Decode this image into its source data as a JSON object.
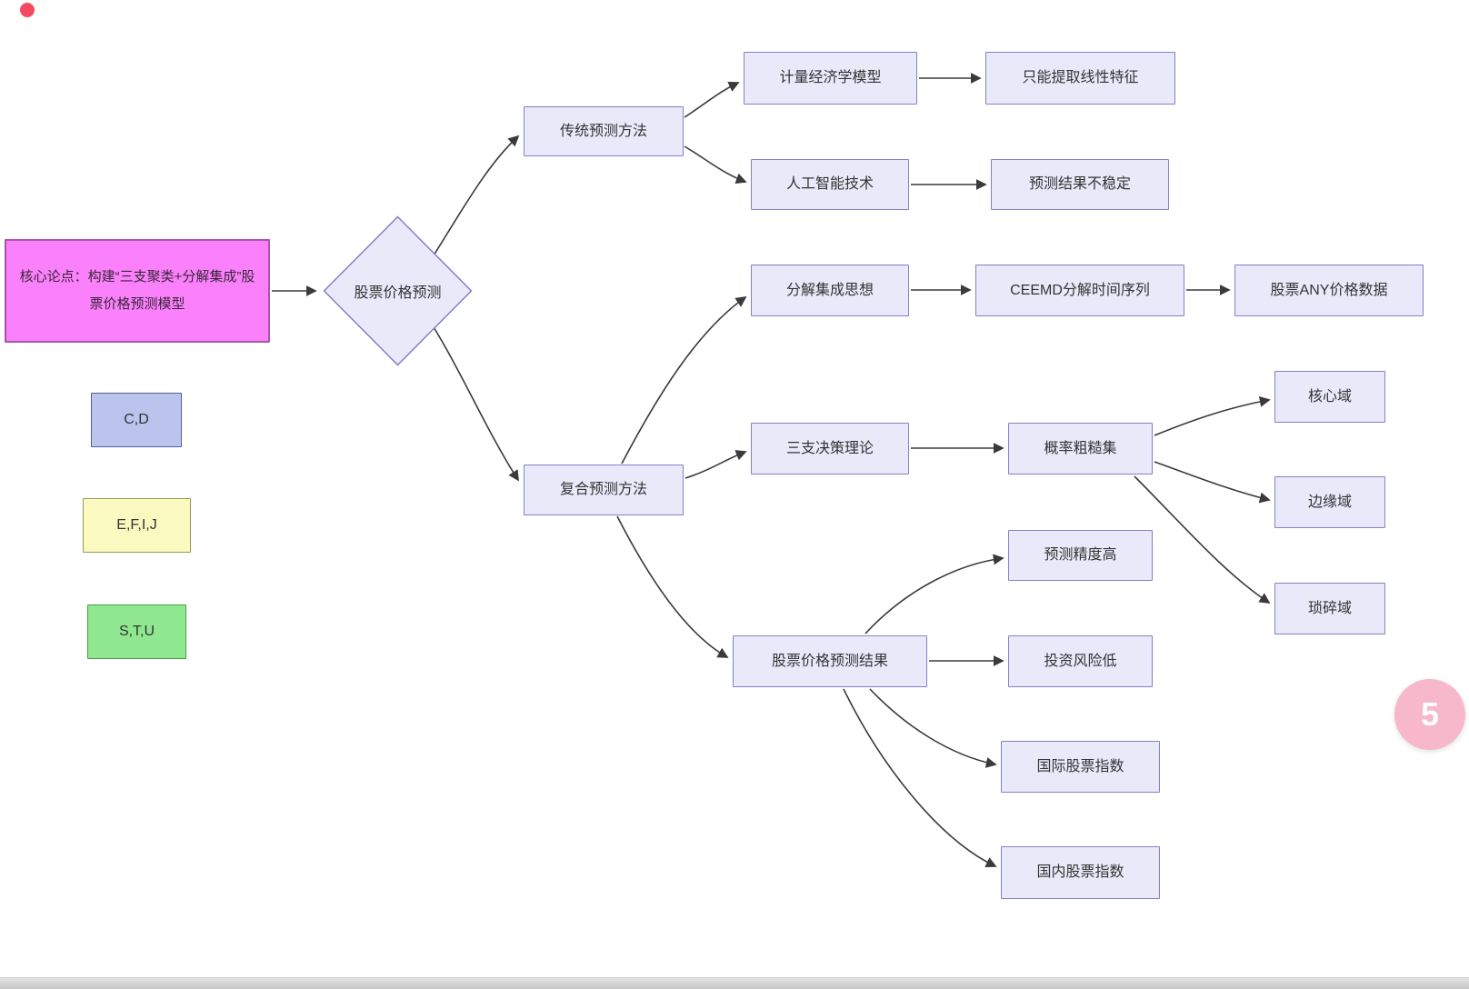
{
  "colors": {
    "node_fill": "#e9e9f9",
    "node_border": "#8282c8",
    "root_fill": "#fb80fb",
    "root_border": "#a855a8",
    "legend_cd_fill": "#bac4ec",
    "legend_efij_fill": "#fafac0",
    "legend_stu_fill": "#8fe88f",
    "edge_color": "#3a3a3a",
    "badge_fill": "#f6b8ca",
    "corner_dot_fill": "#f24a5e"
  },
  "root": {
    "label": "核心论点：构建“三支聚类+分解集成”股票价格预测模型"
  },
  "nodes": {
    "diamond": "股票价格预测",
    "traditional": "传统预测方法",
    "econometric": "计量经济学模型",
    "linear_only": "只能提取线性特征",
    "ai": "人工智能技术",
    "unstable": "预测结果不稳定",
    "composite": "复合预测方法",
    "decomposition": "分解集成思想",
    "ceemd": "CEEMD分解时间序列",
    "any_price": "股票ANY价格数据",
    "three_way": "三支决策理论",
    "rough_set": "概率粗糙集",
    "core_region": "核心域",
    "boundary_region": "边缘域",
    "trivial_region": "琐碎域",
    "prediction_result": "股票价格预测结果",
    "high_accuracy": "预测精度高",
    "low_risk": "投资风险低",
    "intl_index": "国际股票指数",
    "domestic_index": "国内股票指数"
  },
  "legend": [
    {
      "label": "C,D"
    },
    {
      "label": "E,F,I,J"
    },
    {
      "label": "S,T,U"
    }
  ],
  "badge": {
    "label": "5"
  }
}
